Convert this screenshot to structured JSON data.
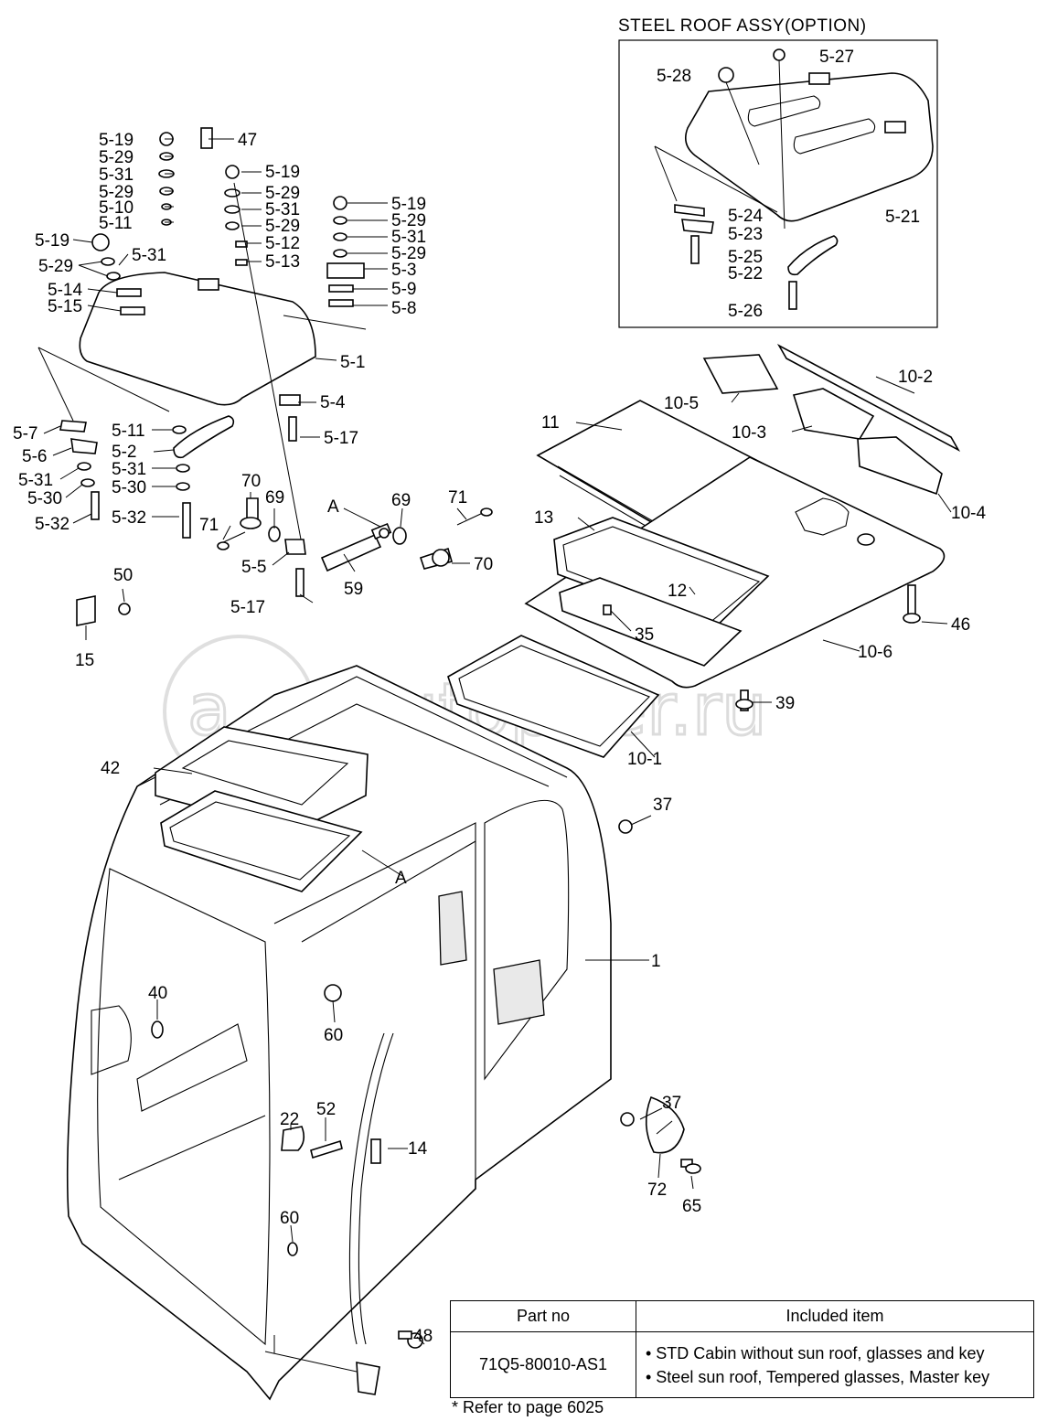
{
  "option_box": {
    "title": "STEEL ROOF ASSY(OPTION)"
  },
  "callouts": [
    "5-19",
    "5-29",
    "5-31",
    "5-29",
    "5-10",
    "5-11",
    "47",
    "5-19",
    "5-29",
    "5-31",
    "5-29",
    "5-12",
    "5-13",
    "5-19",
    "5-29",
    "5-31",
    "5-29",
    "5-3",
    "5-9",
    "5-8",
    "5-19",
    "5-31",
    "5-29",
    "5-14",
    "5-15",
    "5-1",
    "5-4",
    "5-17",
    "5-7",
    "5-6",
    "5-11",
    "5-2",
    "5-31",
    "5-30",
    "5-31",
    "5-30",
    "5-32",
    "5-32",
    "70",
    "69",
    "71",
    "A",
    "69",
    "71",
    "5-5",
    "59",
    "70",
    "5-17",
    "50",
    "15",
    "5-27",
    "5-28",
    "5-24",
    "5-23",
    "5-25",
    "5-21",
    "5-22",
    "5-26",
    "10-2",
    "10-5",
    "10-3",
    "11",
    "10-4",
    "13",
    "12",
    "35",
    "46",
    "10-6",
    "10-1",
    "39",
    "42",
    "37",
    "A",
    "1",
    "40",
    "60",
    "22",
    "52",
    "14",
    "37",
    "72",
    "65",
    "60",
    "48"
  ],
  "watermark": "autopiter.ru",
  "table": {
    "headers": [
      "Part no",
      "Included item"
    ],
    "rows": [
      {
        "part_no": "71Q5-80010-AS1",
        "items": [
          "• STD Cabin without sun roof, glasses and key",
          "• Steel sun roof, Tempered glasses, Master key"
        ]
      }
    ]
  },
  "footnote": "* Refer to page 6025"
}
